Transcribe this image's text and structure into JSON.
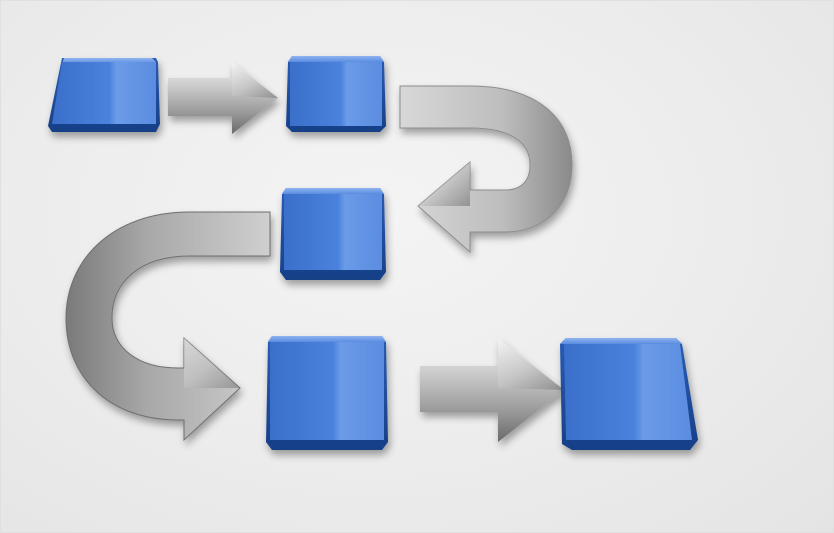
{
  "diagram": {
    "colors": {
      "background": "#ececec",
      "box_face": "#3f78d4",
      "box_highlight": "#6c9ae6",
      "box_shadow_edge": "#1e4b9a",
      "arrow_light": "#dcdcdc",
      "arrow_mid": "#a9a9a9",
      "arrow_dark": "#6e6e6e"
    },
    "elements": [
      {
        "kind": "box",
        "name": "process-box-1"
      },
      {
        "kind": "arrow",
        "name": "straight-arrow-1",
        "direction": "right"
      },
      {
        "kind": "box",
        "name": "process-box-2"
      },
      {
        "kind": "arrow",
        "name": "curved-arrow-1",
        "direction": "u-turn-down-left"
      },
      {
        "kind": "box",
        "name": "process-box-3"
      },
      {
        "kind": "arrow",
        "name": "curved-arrow-2",
        "direction": "u-turn-down-right"
      },
      {
        "kind": "box",
        "name": "process-box-4"
      },
      {
        "kind": "arrow",
        "name": "straight-arrow-2",
        "direction": "right"
      },
      {
        "kind": "box",
        "name": "process-box-5"
      }
    ]
  }
}
